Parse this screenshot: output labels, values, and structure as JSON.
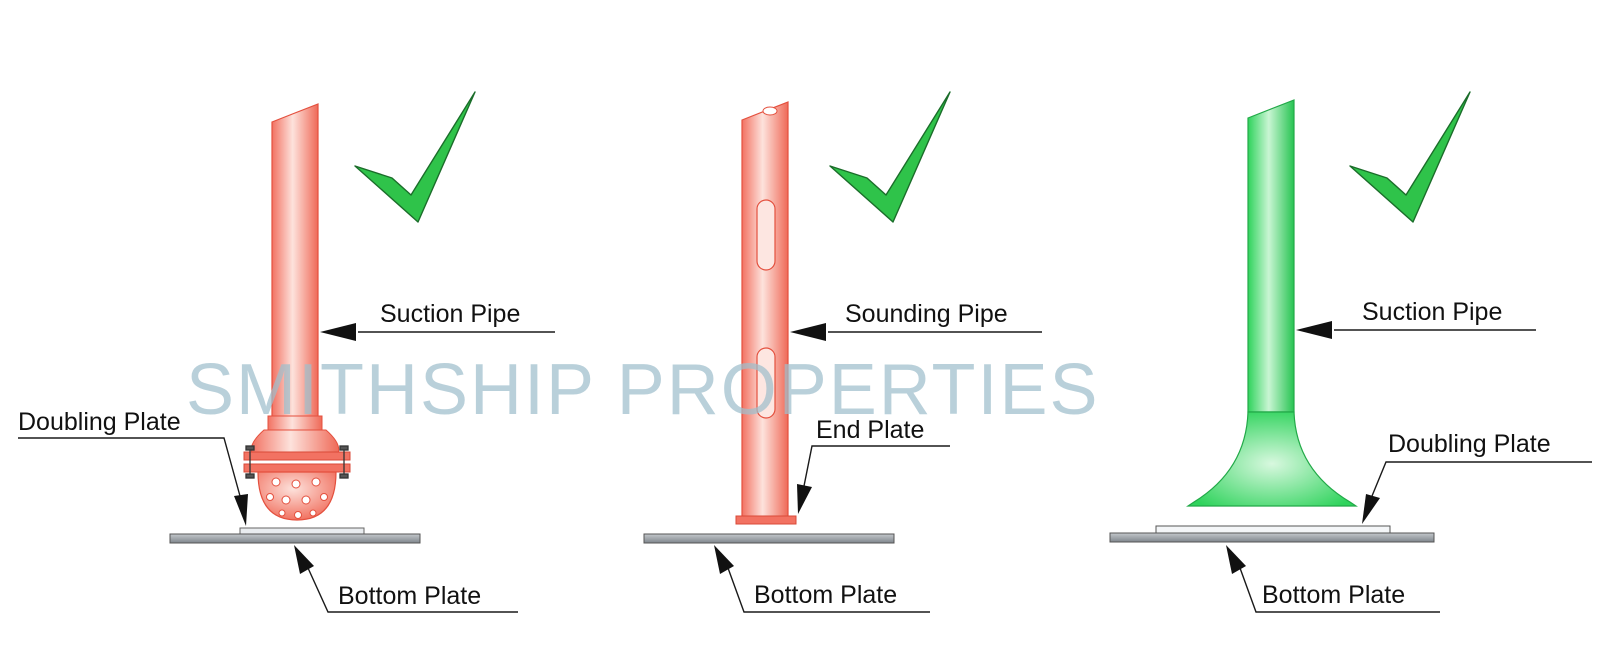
{
  "colors": {
    "red_pipe": "#f27262",
    "red_pipe_light": "#fde2dc",
    "green_pipe": "#2fd35c",
    "green_pipe_light": "#c9f5d3",
    "check_green": "#2fc34a",
    "plate_gray": "#9aa0a6",
    "watermark": "#9fbfcc"
  },
  "watermark": "SMITHSHIP PROPERTIES",
  "panels": [
    {
      "variant": "suction-pipe-with-strum-box",
      "check_icon": "checkmark-icon",
      "labels": {
        "pipe": "Suction Pipe",
        "doubling_plate": "Doubling Plate",
        "bottom_plate": "Bottom Plate"
      }
    },
    {
      "variant": "sounding-pipe-with-end-plate",
      "check_icon": "checkmark-icon",
      "labels": {
        "pipe": "Sounding Pipe",
        "end_plate": "End Plate",
        "bottom_plate": "Bottom Plate"
      }
    },
    {
      "variant": "suction-pipe-with-bellmouth",
      "check_icon": "checkmark-icon",
      "labels": {
        "pipe": "Suction Pipe",
        "doubling_plate": "Doubling Plate",
        "bottom_plate": "Bottom Plate"
      }
    }
  ]
}
